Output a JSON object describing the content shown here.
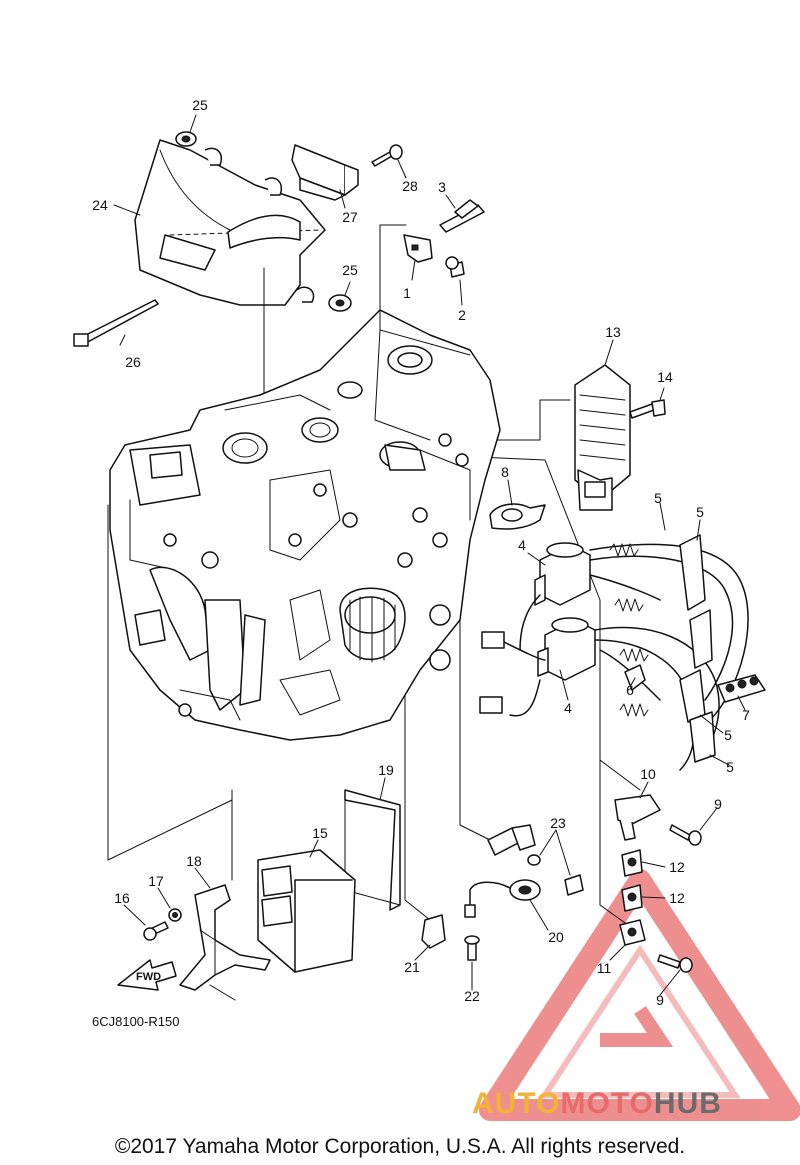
{
  "diagram": {
    "drawing_code": "6CJ8100-R150",
    "fwd_label": "FWD",
    "copyright": "©2017 Yamaha Motor Corporation, U.S.A. All rights reserved.",
    "callouts": [
      "1",
      "2",
      "3",
      "4",
      "4",
      "5",
      "5",
      "5",
      "5",
      "6",
      "7",
      "8",
      "9",
      "9",
      "10",
      "11",
      "12",
      "12",
      "13",
      "14",
      "15",
      "16",
      "17",
      "18",
      "19",
      "20",
      "21",
      "22",
      "23",
      "24",
      "25",
      "25",
      "26",
      "27",
      "28"
    ]
  },
  "watermark": {
    "part1": "AUTO",
    "part2": "MOTO",
    "part3": "HUB",
    "colors": {
      "auto": "#f2b233",
      "moto": "#e96a6a",
      "hub": "#6b6b6b",
      "triangle": "#e96a6a"
    }
  }
}
